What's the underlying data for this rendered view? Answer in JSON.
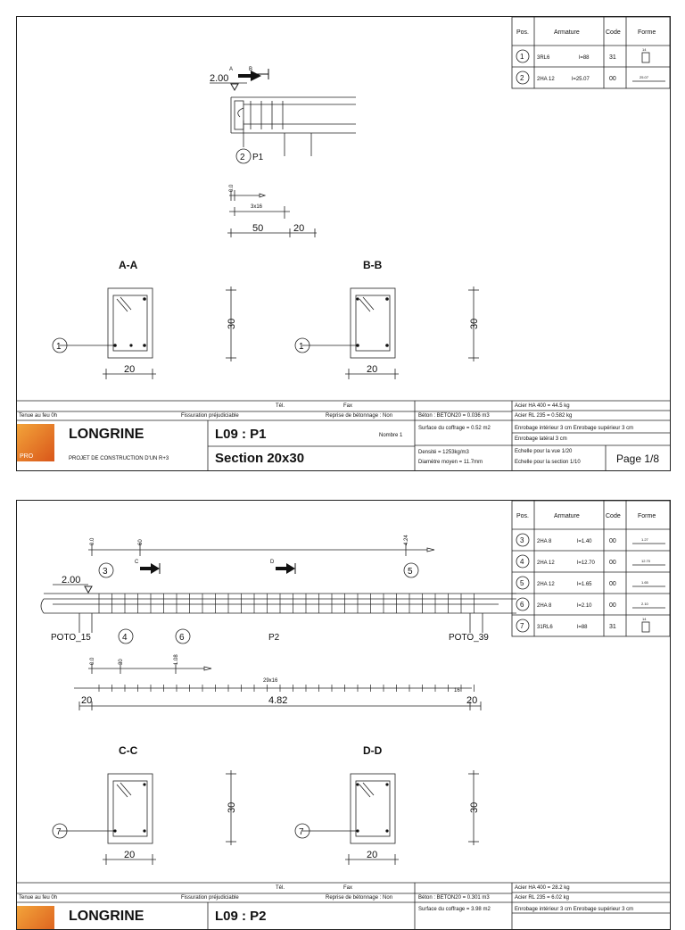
{
  "sheets": [
    {
      "rebar_table": {
        "headers": [
          "Pos.",
          "Armature",
          "Code",
          "Forme"
        ],
        "rows": [
          {
            "pos": "1",
            "arm": "3RL6",
            "len": "l=88",
            "code": "31",
            "forme": "14"
          },
          {
            "pos": "2",
            "arm": "2HA 12",
            "len": "l=25.07",
            "code": "00",
            "forme": "25.07"
          }
        ]
      },
      "elev": {
        "level": "2.00",
        "cutA": "A",
        "cutB": "B",
        "marker": "2",
        "beam": "P1",
        "d1": "0.0",
        "d2": "3x16",
        "d3": "50",
        "d4": "20"
      },
      "sections": [
        {
          "title": "A-A",
          "marker": "1",
          "w": "20",
          "h": "30"
        },
        {
          "title": "B-B",
          "marker": "1",
          "w": "20",
          "h": "30"
        }
      ],
      "title_block": {
        "tel": "Tél.",
        "fax": "Fax",
        "tenue": "Tenue au feu 0h",
        "fiss": "Fissuration préjudiciable",
        "reprise": "Reprise de bétonnage : Non",
        "name": "LONGRINE",
        "project": "PROJET DE CONSTRUCTION D'UN R+3",
        "logo_text": "PRO",
        "ref": "L09 : P1",
        "nombre": "Nombre 1",
        "section": "Section 20x30",
        "beton": "Béton : BETON20 = 0.036 m3",
        "coffrage": "Surface du coffrage = 0.52 m2",
        "densite": "Densité = 1253kg/m3",
        "diametre": "Diamètre moyen = 11.7mm",
        "acier_ha": "Acier HA 400 = 44.5 kg",
        "acier_rl": "Acier RL 235 = 0.582 kg",
        "enrob1": "Enrobage intérieur 3 cm  Enrobage supérieur 3 cm",
        "enrob2": "Enrobage latéral 3 cm",
        "echelle_vue": "Echelle pour la vue 1/20",
        "echelle_section": "Echelle pour la section 1/10",
        "page": "Page 1/8"
      }
    },
    {
      "rebar_table": {
        "headers": [
          "Pos.",
          "Armature",
          "Code",
          "Forme"
        ],
        "rows": [
          {
            "pos": "3",
            "arm": "2HA 8",
            "len": "l=1.40",
            "code": "00",
            "forme": "1.27"
          },
          {
            "pos": "4",
            "arm": "2HA 12",
            "len": "l=12.70",
            "code": "00",
            "forme": "12.70"
          },
          {
            "pos": "5",
            "arm": "2HA 12",
            "len": "l=1.65",
            "code": "00",
            "forme": "1.65"
          },
          {
            "pos": "6",
            "arm": "2HA 8",
            "len": "l=2.10",
            "code": "00",
            "forme": "2.10"
          },
          {
            "pos": "7",
            "arm": "31RL6",
            "len": "l=88",
            "code": "31",
            "forme": "14"
          }
        ]
      },
      "elev": {
        "level": "2.00",
        "cutC": "C",
        "cutD": "D",
        "m3": "3",
        "m4": "4",
        "m5": "5",
        "m6": "6",
        "pot_left": "POTO_15",
        "pot_right": "POTO_39",
        "beam": "P2",
        "top_a": "0.0",
        "top_b": "60",
        "top_c": "4.24",
        "bot_a": "0.0",
        "bot_b": "30",
        "bot_c": "1.08",
        "spacing": "29x16",
        "spacing_end": "16",
        "len_l": "20",
        "len_mid": "4.82",
        "len_r": "20"
      },
      "sections": [
        {
          "title": "C-C",
          "marker": "7",
          "w": "20",
          "h": "30"
        },
        {
          "title": "D-D",
          "marker": "7",
          "w": "20",
          "h": "30"
        }
      ],
      "title_block": {
        "tel": "Tél.",
        "fax": "Fax",
        "tenue": "Tenue au feu 0h",
        "fiss": "Fissuration préjudiciable",
        "reprise": "Reprise de bétonnage : Non",
        "beton": "Béton : BETON20 = 0.301 m3",
        "coffrage": "Surface du coffrage = 3.98 m2",
        "acier_ha": "Acier HA 400 = 28.2 kg",
        "acier_rl": "Acier RL 235 = 6.02 kg",
        "enrob1": "Enrobage intérieur 3 cm  Enrobage supérieur 3 cm",
        "name": "LONGRINE",
        "ref": "L09 : P2"
      }
    }
  ]
}
